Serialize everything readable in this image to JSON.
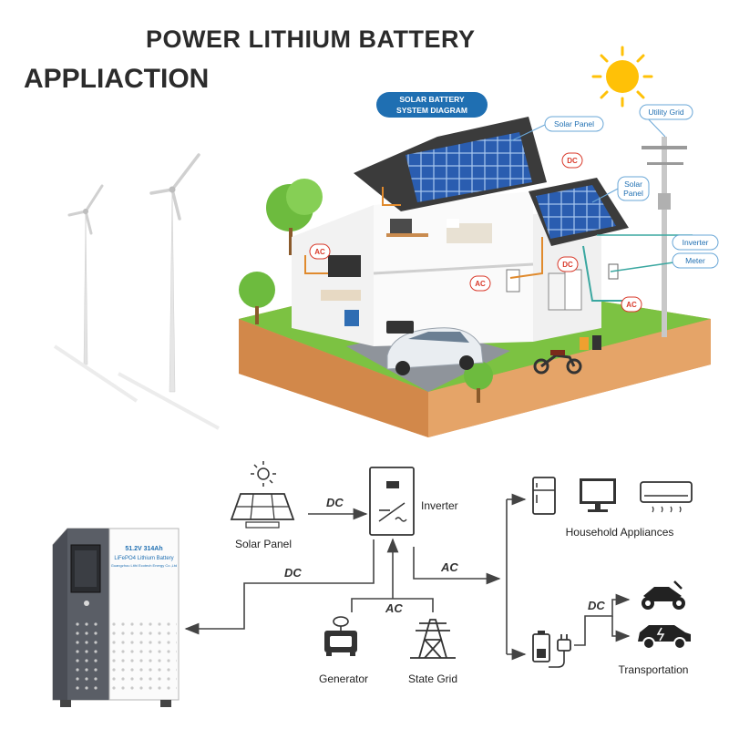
{
  "header": {
    "title_line1": "POWER  LITHIUM BATTERY",
    "title_line2": "APPLIACTION"
  },
  "illustration": {
    "banner": [
      "SOLAR BATTERY",
      "SYSTEM DIAGRAM"
    ],
    "callouts": {
      "solar_panel_1": "Solar Panel",
      "solar_panel_2": [
        "Solar",
        "Panel"
      ],
      "utility_grid": "Utility Grid",
      "inverter": "Inverter",
      "meter": "Meter"
    },
    "badges": {
      "dc": "DC",
      "ac": "AC"
    }
  },
  "battery": {
    "label_lines": [
      "51.2V 314Ah",
      "LiFePO4 Lithium Battery",
      "Guangzhou Lithi Ecotech Energy Co.,Ltd"
    ]
  },
  "flow": {
    "solar_panel": "Solar Panel",
    "inverter": "Inverter",
    "household_appliances": "Household Appliances",
    "generator": "Generator",
    "state_grid": "State Grid",
    "transportation": "Transportation",
    "dc": "DC",
    "ac": "AC"
  },
  "colors": {
    "accent_blue": "#1f6fb2",
    "badge_red": "#d93a2b",
    "diagram_line": "#444444",
    "grass": "#7cc242",
    "soil": "#e39a5a"
  }
}
